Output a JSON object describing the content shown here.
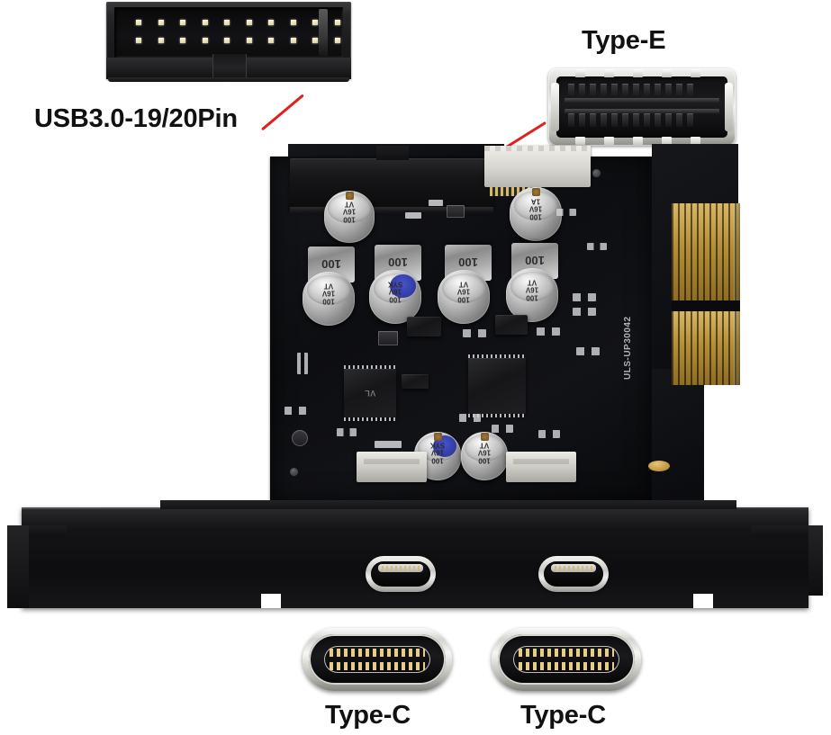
{
  "product": {
    "type": "pcie-usb-expansion-card",
    "silkscreen": "ULS-UP30042",
    "background_color": "#ffffff"
  },
  "labels": {
    "usb3_header": "USB3.0-19/20Pin",
    "type_e": "Type-E",
    "type_c_left": "Type-C",
    "type_c_right": "Type-C"
  },
  "leader_lines": {
    "color": "#e0201b",
    "count": 2
  },
  "components": {
    "inductors": [
      {
        "value": "100"
      },
      {
        "value": "100"
      },
      {
        "value": "100"
      },
      {
        "value": "100"
      }
    ],
    "capacitors": [
      {
        "line1": "100",
        "line2": "16V",
        "line3": "VT",
        "top": "silver"
      },
      {
        "line1": "100",
        "line2": "16V",
        "line3": "SYK",
        "top": "blue"
      },
      {
        "line1": "100",
        "line2": "16V",
        "line3": "VT",
        "top": "silver"
      },
      {
        "line1": "100",
        "line2": "16V",
        "line3": "VT",
        "top": "silver"
      },
      {
        "line1": "100",
        "line2": "16V",
        "line3": "VT",
        "top": "silver"
      },
      {
        "line1": "100",
        "line2": "16V",
        "line3": "1A",
        "top": "silver"
      },
      {
        "line1": "100",
        "line2": "16V",
        "line3": "SYK",
        "top": "blue"
      },
      {
        "line1": "100",
        "line2": "16V",
        "line3": "VT",
        "top": "silver"
      }
    ],
    "chips": [
      {
        "mark": "VL"
      },
      {
        "mark": ""
      }
    ],
    "header_pins": {
      "rows": 2,
      "per_row": 10,
      "total": 20
    },
    "type_e_contacts": {
      "rows": 2,
      "per_row": 12
    },
    "type_c_pins": {
      "rows": 2,
      "per_row": 12
    }
  },
  "colors": {
    "pcb": "#101115",
    "gold": "#b48f36",
    "metal": "#d4d4d0",
    "bracket": "#141416",
    "cap_blue": "#2a35a8"
  }
}
